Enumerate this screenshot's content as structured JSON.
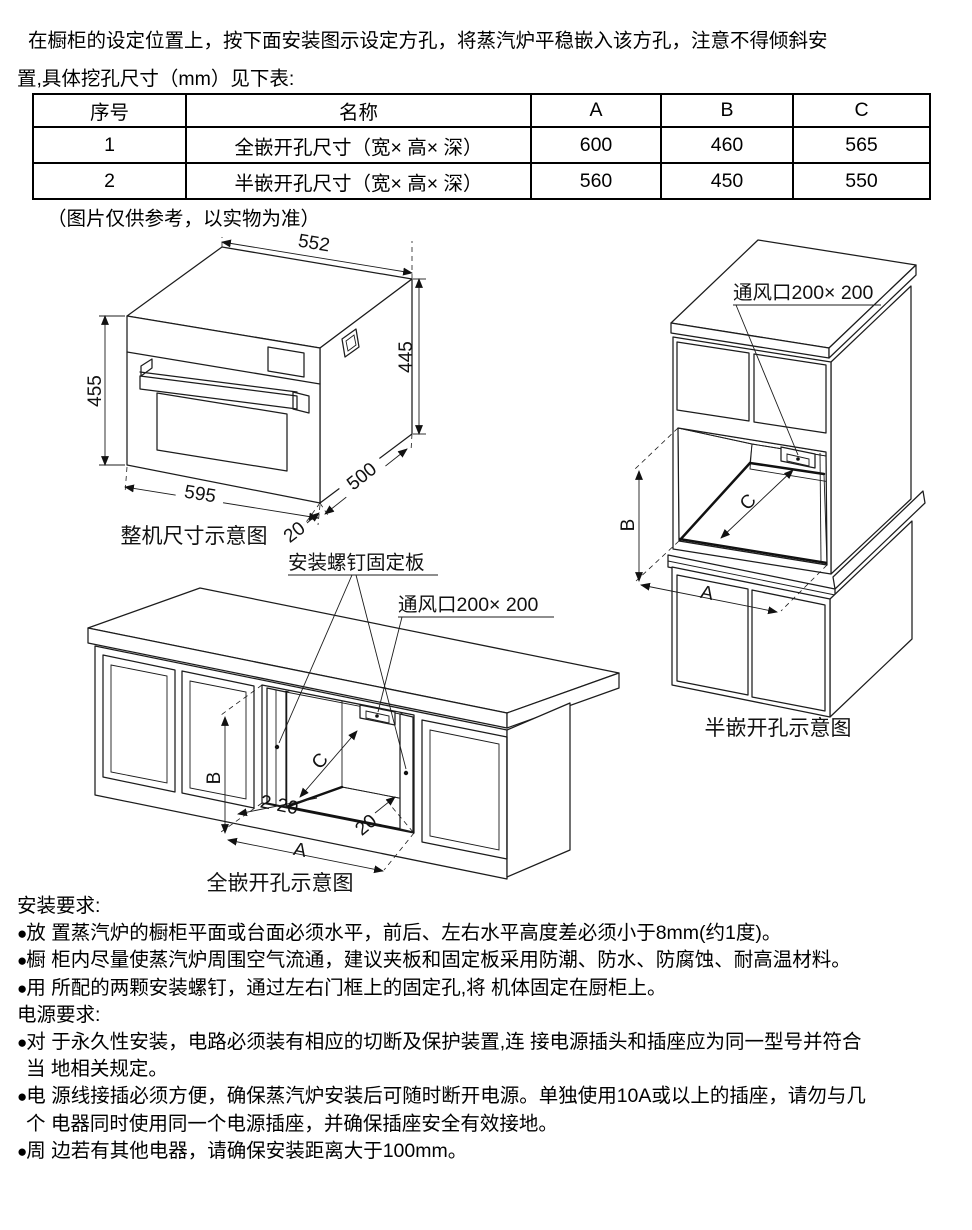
{
  "intro": {
    "line1": "在橱柜的设定位置上，按下面安装图示设定方孔，将蒸汽炉平稳嵌入该方孔，注意不得倾斜安",
    "line2": "置,具体挖孔尺寸（mm）见下表:"
  },
  "table": {
    "headers": [
      "序号",
      "名称",
      "A",
      "B",
      "C"
    ],
    "rows": [
      [
        "1",
        "全嵌开孔尺寸（宽× 高× 深）",
        "600",
        "460",
        "565"
      ],
      [
        "2",
        "半嵌开孔尺寸（宽× 高× 深）",
        "560",
        "450",
        "550"
      ]
    ]
  },
  "note": "（图片仅供参考，以实物为准）",
  "diagrams": {
    "oven": {
      "caption": "整机尺寸示意图",
      "dim_top": "552",
      "dim_left": "455",
      "dim_right": "445",
      "dim_bottom": "595",
      "dim_depth": "500",
      "dim_offset": "20"
    },
    "full": {
      "caption": "全嵌开孔示意图",
      "label_screw": "安装螺钉固定板",
      "label_vent": "通风口200× 200",
      "dim_b": "B",
      "dim_c": "C",
      "dim_a": "A",
      "dim_gap": "2-20",
      "dim_side": "20"
    },
    "half": {
      "caption": "半嵌开孔示意图",
      "label_vent": "通风口200× 200",
      "dim_b": "B",
      "dim_c": "C",
      "dim_a": "A"
    }
  },
  "install": {
    "title": "安装要求:",
    "bullet": "●",
    "items": [
      {
        "lines": [
          "放 置蒸汽炉的橱柜平面或台面必须水平，前后、左右水平高度差必须小于8mm(约1度)。"
        ]
      },
      {
        "lines": [
          "橱 柜内尽量使蒸汽炉周围空气流通，建议夹板和固定板采用防潮、防水、防腐蚀、耐高温材料。"
        ]
      },
      {
        "lines": [
          "用 所配的两颗安装螺钉，通过左右门框上的固定孔,将 机体固定在厨柜上。"
        ]
      }
    ]
  },
  "power": {
    "title": "电源要求:",
    "bullet": "●",
    "items": [
      {
        "lines": [
          "对 于永久性安装，电路必须装有相应的切断及保护装置,连 接电源插头和插座应为同一型号并符合",
          "当 地相关规定。"
        ]
      },
      {
        "lines": [
          "电 源线接插必须方便，确保蒸汽炉安装后可随时断开电源。单独使用10A或以上的插座，请勿与几",
          "个 电器同时使用同一个电源插座，并确保插座安全有效接地。"
        ]
      },
      {
        "lines": [
          "周 边若有其他电器，请确保安装距离大于100mm。"
        ]
      }
    ]
  }
}
